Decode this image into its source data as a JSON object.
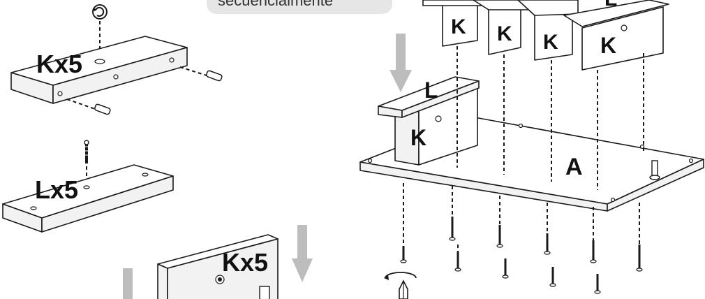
{
  "caption_pill": {
    "text": "secuencialmente"
  },
  "labels": {
    "panel_k_count": "Kx5",
    "panel_l_count": "Lx5",
    "panel_k_count_bottom": "Kx5",
    "part_k": "K",
    "part_l": "L",
    "part_a": "A"
  },
  "colors": {
    "line": "#1a1a1a",
    "arrow": "#bdbdbd",
    "pill": "#e6e6e6"
  },
  "icons": [
    "rotation-icon",
    "screwdriver-icon",
    "dowel-icon",
    "screw-icon",
    "cam-bolt-icon",
    "arrow-down-icon"
  ]
}
